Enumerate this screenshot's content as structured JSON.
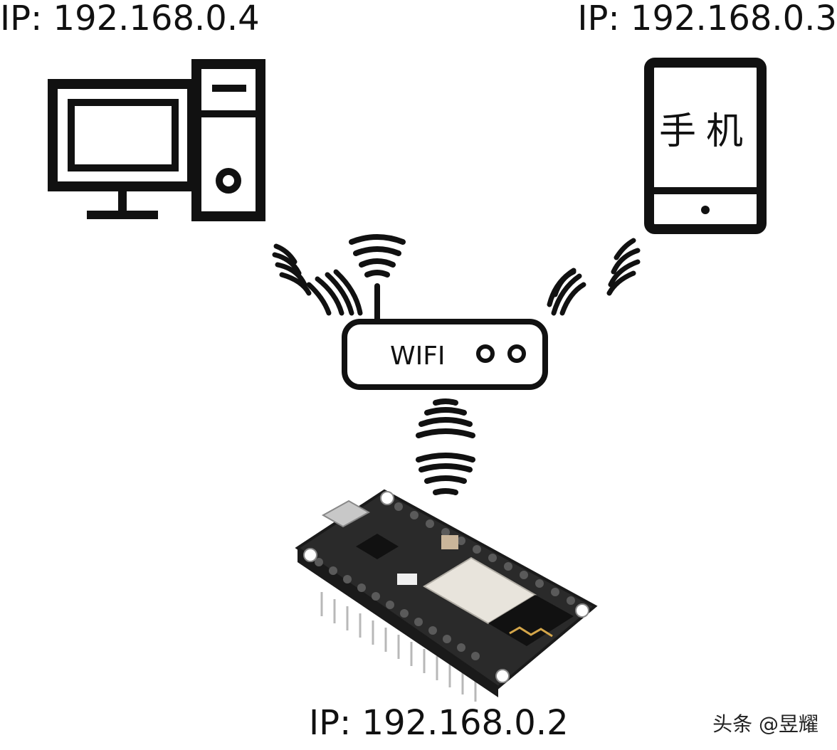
{
  "labels": {
    "pc_ip": "IP: 192.168.0.4",
    "phone_ip": "IP: 192.168.0.3",
    "board_ip": "IP: 192.168.0.2"
  },
  "devices": {
    "phone_text": "手机",
    "router_text": "WIFI"
  },
  "watermark": "头条 @昱耀",
  "colors": {
    "ink": "#111111",
    "board_pcb": "#2a2a2a",
    "board_module": "#e8e4dc",
    "pins": "#b8b8b8"
  }
}
